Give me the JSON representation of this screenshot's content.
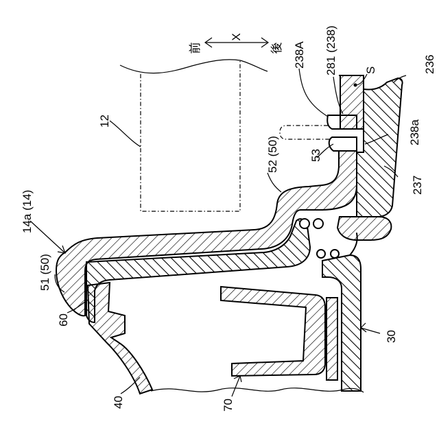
{
  "figure": {
    "direction": {
      "axis_label": "X",
      "front_label": "前",
      "rear_label": "後"
    },
    "labels": {
      "l_238A": "238A",
      "l_281": "281 (238)",
      "l_S": "S",
      "l_236": "236",
      "l_12": "12",
      "l_238a": "238a",
      "l_53": "53",
      "l_52": "52 (50)",
      "l_237": "237",
      "l_14a": "14a (14)",
      "l_51": "51 (50)",
      "l_60": "60",
      "l_30": "30",
      "l_40": "40",
      "l_70": "70"
    },
    "colors": {
      "line": "#000000",
      "background": "#ffffff"
    }
  }
}
